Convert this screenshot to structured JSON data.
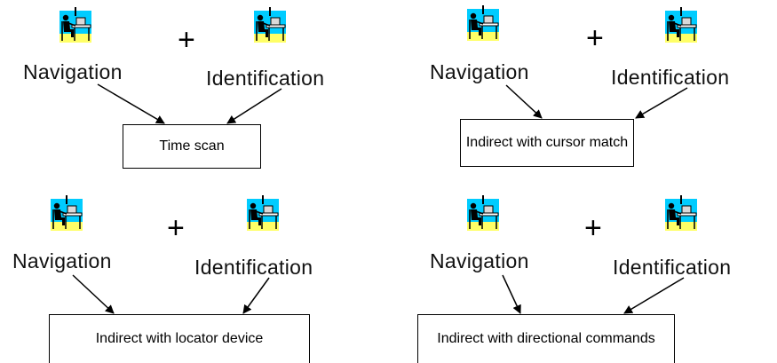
{
  "panels": [
    {
      "nav_label": "Navigation",
      "id_label": "Identification",
      "plus": "+",
      "box_label": "Time scan"
    },
    {
      "nav_label": "Navigation",
      "id_label": "Identification",
      "plus": "+",
      "box_label": "Indirect with cursor match"
    },
    {
      "nav_label": "Navigation",
      "id_label": "Identification",
      "plus": "+",
      "box_label": "Indirect with locator device"
    },
    {
      "nav_label": "Navigation",
      "id_label": "Identification",
      "plus": "+",
      "box_label": "Indirect with directional commands"
    }
  ],
  "icon": {
    "name": "person-at-desk-icon",
    "colors": {
      "sky": "#00ccff",
      "floor": "#ffff66",
      "figure": "#000000",
      "desk": "#ffffff"
    }
  }
}
